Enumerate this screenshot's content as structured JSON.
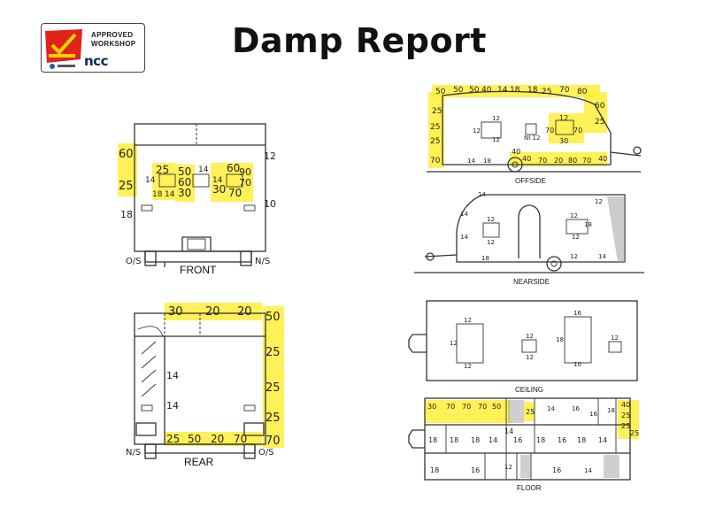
{
  "header": {
    "title": "Damp Report"
  },
  "logo": {
    "line1": "APPROVED",
    "line2": "WORKSHOP",
    "brand": "ncc"
  },
  "labels": {
    "front": "FRONT",
    "rear": "REAR",
    "offside": "OFFSIDE",
    "nearside": "NEARSIDE",
    "ceiling": "CEILING",
    "floor": "FLOOR",
    "os": "O/S",
    "ns": "N/S"
  },
  "colors": {
    "highlight": "#ffef3a",
    "line": "#333333"
  },
  "readings": {
    "front": [
      {
        "v": "60",
        "hl": true
      },
      {
        "v": "25",
        "hl": true
      },
      {
        "v": "18",
        "hl": false
      },
      {
        "v": "12",
        "hl": false
      },
      {
        "v": "10",
        "hl": false
      },
      {
        "v": "25",
        "hl": true
      },
      {
        "v": "14",
        "hl": false
      },
      {
        "v": "18",
        "hl": false
      },
      {
        "v": "14",
        "hl": false
      },
      {
        "v": "50",
        "hl": true
      },
      {
        "v": "60",
        "hl": true
      },
      {
        "v": "30",
        "hl": true
      },
      {
        "v": "14",
        "hl": false
      },
      {
        "v": "14",
        "hl": false
      },
      {
        "v": "30",
        "hl": true
      },
      {
        "v": "60",
        "hl": true
      },
      {
        "v": "90",
        "hl": true
      },
      {
        "v": "70",
        "hl": true
      },
      {
        "v": "70",
        "hl": true
      }
    ],
    "rear": [
      {
        "v": "30",
        "hl": true
      },
      {
        "v": "20",
        "hl": true
      },
      {
        "v": "20",
        "hl": true
      },
      {
        "v": "50",
        "hl": true
      },
      {
        "v": "25",
        "hl": true
      },
      {
        "v": "25",
        "hl": true
      },
      {
        "v": "25",
        "hl": true
      },
      {
        "v": "70",
        "hl": true
      },
      {
        "v": "25",
        "hl": true
      },
      {
        "v": "50",
        "hl": true
      },
      {
        "v": "20",
        "hl": true
      },
      {
        "v": "70",
        "hl": true
      },
      {
        "v": "14",
        "hl": false
      },
      {
        "v": "14",
        "hl": false
      }
    ],
    "offside": [
      {
        "v": "50",
        "hl": true
      },
      {
        "v": "50",
        "hl": true
      },
      {
        "v": "50",
        "hl": true
      },
      {
        "v": "40",
        "hl": true
      },
      {
        "v": "14",
        "hl": false
      },
      {
        "v": "18",
        "hl": false
      },
      {
        "v": "18",
        "hl": false
      },
      {
        "v": "25",
        "hl": true
      },
      {
        "v": "70",
        "hl": true
      },
      {
        "v": "80",
        "hl": true
      },
      {
        "v": "60",
        "hl": true
      },
      {
        "v": "25",
        "hl": true
      },
      {
        "v": "25",
        "hl": true
      },
      {
        "v": "25",
        "hl": true
      },
      {
        "v": "25",
        "hl": true
      },
      {
        "v": "70",
        "hl": true
      },
      {
        "v": "12",
        "hl": false
      },
      {
        "v": "12",
        "hl": false
      },
      {
        "v": "12",
        "hl": false
      },
      {
        "v": "NI 12",
        "hl": false
      },
      {
        "v": "12",
        "hl": true
      },
      {
        "v": "70",
        "hl": true
      },
      {
        "v": "70",
        "hl": true
      },
      {
        "v": "30",
        "hl": true
      },
      {
        "v": "14",
        "hl": false
      },
      {
        "v": "18",
        "hl": false
      },
      {
        "v": "40",
        "hl": true
      },
      {
        "v": "40",
        "hl": true
      },
      {
        "v": "70",
        "hl": true
      },
      {
        "v": "20",
        "hl": true
      },
      {
        "v": "80",
        "hl": true
      },
      {
        "v": "70",
        "hl": true
      },
      {
        "v": "40",
        "hl": true
      }
    ],
    "nearside": [
      {
        "v": "14",
        "hl": false
      },
      {
        "v": "14",
        "hl": false
      },
      {
        "v": "14",
        "hl": false
      },
      {
        "v": "12",
        "hl": false
      },
      {
        "v": "12",
        "hl": false
      },
      {
        "v": "12",
        "hl": false
      },
      {
        "v": "18",
        "hl": false
      },
      {
        "v": "12",
        "hl": false
      },
      {
        "v": "12",
        "hl": false
      },
      {
        "v": "18",
        "hl": false
      },
      {
        "v": "12",
        "hl": false
      },
      {
        "v": "14",
        "hl": false
      }
    ],
    "ceiling": [
      {
        "v": "12",
        "hl": false
      },
      {
        "v": "12",
        "hl": false
      },
      {
        "v": "12",
        "hl": false
      },
      {
        "v": "12",
        "hl": false
      },
      {
        "v": "12",
        "hl": false
      },
      {
        "v": "16",
        "hl": false
      },
      {
        "v": "18",
        "hl": false
      },
      {
        "v": "12",
        "hl": false
      },
      {
        "v": "10",
        "hl": false
      }
    ],
    "floor": [
      {
        "v": "30",
        "hl": true
      },
      {
        "v": "70",
        "hl": true
      },
      {
        "v": "70",
        "hl": true
      },
      {
        "v": "70",
        "hl": true
      },
      {
        "v": "50",
        "hl": true
      },
      {
        "v": "25",
        "hl": true
      },
      {
        "v": "14",
        "hl": false
      },
      {
        "v": "16",
        "hl": false
      },
      {
        "v": "16",
        "hl": false
      },
      {
        "v": "18",
        "hl": false
      },
      {
        "v": "40",
        "hl": true
      },
      {
        "v": "25",
        "hl": true
      },
      {
        "v": "25",
        "hl": true
      },
      {
        "v": "25",
        "hl": true
      },
      {
        "v": "18",
        "hl": false
      },
      {
        "v": "18",
        "hl": false
      },
      {
        "v": "18",
        "hl": false
      },
      {
        "v": "14",
        "hl": false
      },
      {
        "v": "16",
        "hl": false
      },
      {
        "v": "18",
        "hl": false
      },
      {
        "v": "16",
        "hl": false
      },
      {
        "v": "18",
        "hl": false
      },
      {
        "v": "14",
        "hl": false
      },
      {
        "v": "14",
        "hl": false
      },
      {
        "v": "18",
        "hl": false
      },
      {
        "v": "16",
        "hl": false
      },
      {
        "v": "12",
        "hl": false
      },
      {
        "v": "16",
        "hl": false
      },
      {
        "v": "14",
        "hl": false
      }
    ]
  }
}
